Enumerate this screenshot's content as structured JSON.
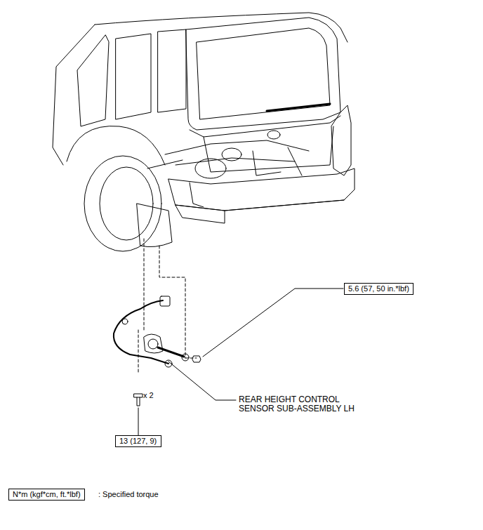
{
  "diagram": {
    "nodes": [
      {
        "text": [
          "5.6 (57, 50 in.*lbf)"
        ]
      },
      {
        "text": [
          "13 (127, 9)"
        ]
      },
      {
        "text": [
          "N*m (kgf*cm, ft.*lbf)"
        ]
      }
    ],
    "labels": [
      "REAR HEIGHT CONTROL SENSOR SUB-ASSEMBLY LH",
      "x 2",
      ": Specified torque"
    ]
  }
}
